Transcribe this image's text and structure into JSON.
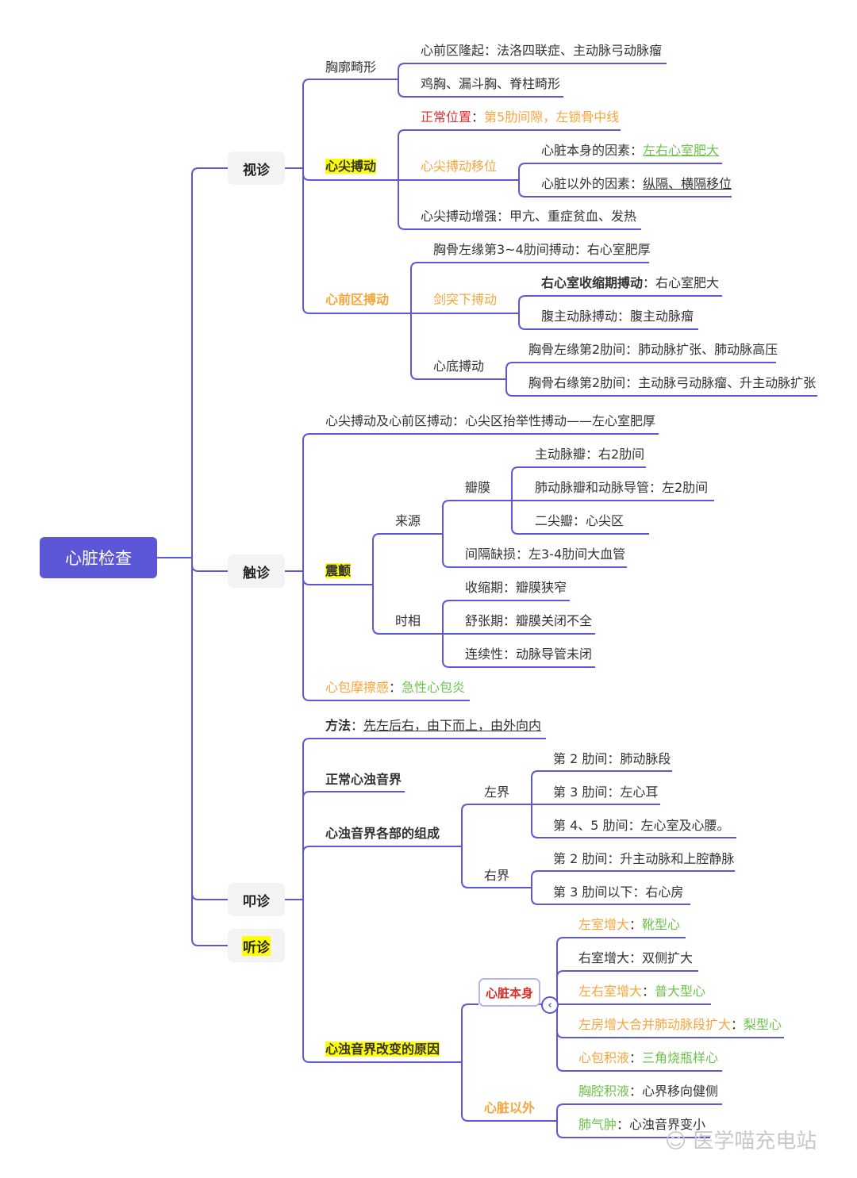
{
  "root": "心脏检查",
  "colors": {
    "line": "#5b57d6",
    "orange": "#f7a53b",
    "red": "#e53030",
    "green": "#6cc24a",
    "highlight": "#ffff00"
  },
  "branches": {
    "inspection": {
      "label": "视诊",
      "chest_deformity": {
        "label": "胸廓畸形",
        "items": [
          "心前区隆起：法洛四联症、主动脉弓动脉瘤",
          "鸡胸、漏斗胸、脊柱畸形"
        ]
      },
      "apex_beat": {
        "label": "心尖搏动",
        "normal_label": "正常位置",
        "normal_value": "第5肋间隙，左锁骨中线",
        "shift_label": "心尖搏动移位",
        "shift_cardiac_label": "心脏本身的因素：",
        "shift_cardiac_value": "左右心室肥大",
        "shift_extra_label": "心脏以外的因素：",
        "shift_extra_value": "纵隔、横隔移位",
        "enhanced": "心尖搏动增强：甲亢、重症贫血、发热"
      },
      "precordial": {
        "label": "心前区搏动",
        "left_sternal": "胸骨左缘第3~4肋间搏动：右心室肥厚",
        "subxiphoid_label": "剑突下搏动",
        "rv_label": "右心室收缩期搏动",
        "rv_value": "：右心室肥大",
        "abdominal": "腹主动脉搏动：腹主动脉瘤",
        "base_label": "心底搏动",
        "base_left": "胸骨左缘第2肋间：肺动脉扩张、肺动脉高压",
        "base_right": "胸骨右缘第2肋间：主动脉弓动脉瘤、升主动脉扩张"
      }
    },
    "palpation": {
      "label": "触诊",
      "apex_precordial": "心尖搏动及心前区搏动：心尖区抬举性搏动——左心室肥厚",
      "thrill": {
        "label": "震颤",
        "source_label": "来源",
        "valve_label": "瓣膜",
        "valves": [
          "主动脉瓣：右2肋间",
          "肺动脉瓣和动脉导管：左2肋间",
          "二尖瓣：心尖区"
        ],
        "septal": "间隔缺损：左3-4肋间大血管",
        "phase_label": "时相",
        "phases": [
          "收缩期：瓣膜狭窄",
          "舒张期：瓣膜关闭不全",
          "连续性：动脉导管未闭"
        ]
      },
      "pericardial_label": "心包摩擦感",
      "pericardial_value": "急性心包炎"
    },
    "percussion": {
      "label": "叩诊",
      "method_label": "方法",
      "method_value": "先左后右，由下而上，由外向内",
      "normal": "正常心浊音界",
      "composition": {
        "label": "心浊音界各部的组成",
        "left_label": "左界",
        "left_items": [
          "第 2 肋间：肺动脉段",
          "第 3 肋间：左心耳",
          "第 4、5 肋间：左心室及心腰。"
        ],
        "right_label": "右界",
        "right_items": [
          "第 2 肋间：升主动脉和上腔静脉",
          "第 3 肋间以下：右心房"
        ]
      },
      "changes": {
        "label": "心浊音界改变的原因",
        "cardiac_label": "心脏本身",
        "collapse_icon": "‹",
        "cardiac_items": [
          {
            "k": "左室增大",
            "v": "靴型心"
          },
          {
            "k": "右室增大",
            "v": "双侧扩大"
          },
          {
            "k": "左右室增大",
            "v": "普大型心"
          },
          {
            "k": "左房增大合并肺动脉段扩大",
            "v": "梨型心"
          },
          {
            "k": "心包积液",
            "v": "三角烧瓶样心"
          }
        ],
        "extra_label": "心脏以外",
        "extra_items": [
          {
            "k": "胸腔积液",
            "v": "心界移向健侧"
          },
          {
            "k": "肺气肿",
            "v": "心浊音界变小"
          }
        ]
      }
    },
    "auscultation": {
      "label": "听诊"
    }
  },
  "colon": "：",
  "watermark": "医学喵充电站"
}
